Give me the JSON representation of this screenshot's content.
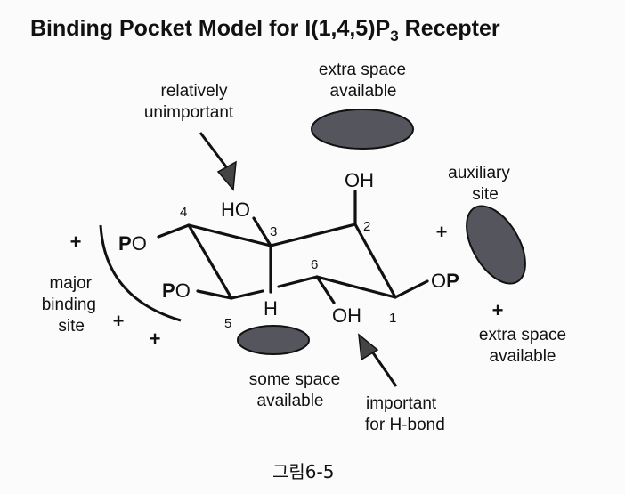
{
  "title": {
    "prefix": "Binding Pocket Model for I(1,4,5)P",
    "subscript": "3",
    "suffix": " Recepter"
  },
  "annotations": {
    "relatively_unimportant": [
      "relatively",
      "unimportant"
    ],
    "extra_space_top": [
      "extra space",
      "available"
    ],
    "auxiliary_site": [
      "auxiliary",
      "site"
    ],
    "major_binding_site": [
      "major",
      "binding",
      "site"
    ],
    "some_space": [
      "some space",
      "available"
    ],
    "important_hbond": [
      "important",
      "for H-bond"
    ],
    "extra_space_right": [
      "extra space",
      "available"
    ]
  },
  "molecule": {
    "substituents": {
      "c1": "OP",
      "c2": "OH",
      "c3": "HO",
      "c4": "PO",
      "c5": "PO",
      "c6": "OH",
      "h": "H"
    },
    "carbon_numbers": [
      "1",
      "2",
      "3",
      "4",
      "5",
      "6"
    ],
    "phosphate_letter": "P"
  },
  "charges": {
    "plus": "+"
  },
  "caption": "그림6-5",
  "colors": {
    "pocket_fill": "#55555d",
    "ink": "#111111",
    "background": "#fbfbfb"
  }
}
